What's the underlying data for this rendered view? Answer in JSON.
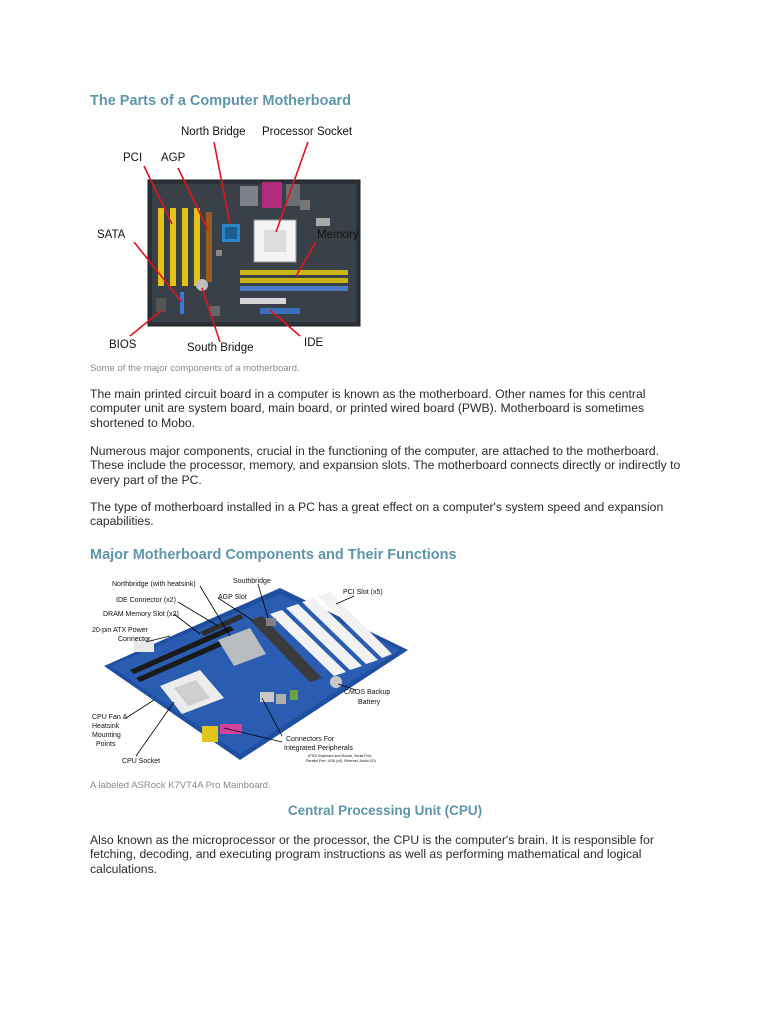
{
  "section1": {
    "title": "The Parts of a Computer Motherboard",
    "figure_labels": {
      "north_bridge": "North Bridge",
      "processor_socket": "Processor Socket",
      "pci": "PCI",
      "agp": "AGP",
      "sata": "SATA",
      "memory": "Memory",
      "bios": "BIOS",
      "south_bridge": "South Bridge",
      "ide": "IDE"
    },
    "caption": "Some of the major components of a motherboard.",
    "paragraphs": [
      "The main printed circuit board in a computer is known as the motherboard. Other names for this central computer unit are system board, main board, or printed wired board (PWB). Motherboard is sometimes shortened to Mobo.",
      "Numerous major components, crucial in the functioning of the computer, are attached to the motherboard. These include the processor, memory, and expansion slots. The motherboard connects directly or indirectly to every part of the PC.",
      "The type of motherboard installed in a PC has a great effect on a computer's system speed and expansion capabilities."
    ]
  },
  "section2": {
    "title": "Major Motherboard Components and Their Functions",
    "figure_labels": {
      "northbridge": "Northbridge (with heatsink)",
      "southbridge": "Southbridge",
      "ide_connector": "IDE Connector (x2)",
      "agp_slot": "AGP Slot",
      "pci_slot": "PCI Slot (x5)",
      "dram_slot": "DRAM Memory Slot (x2)",
      "atx_power_1": "20-pin ATX Power",
      "atx_power_2": "Connector",
      "cmos_1": "CMOS Backup",
      "cmos_2": "Battery",
      "cpu_fan_1": "CPU Fan &",
      "cpu_fan_2": "Heatsink",
      "cpu_fan_3": "Mounting",
      "cpu_fan_4": "Points",
      "connectors_1": "Connectors For",
      "connectors_2": "Integrated Peripherals",
      "connectors_3": "(PS/2 Keyboard and Mouse, Serial Port,",
      "connectors_4": "Parallel Port, USB (x4), Ethernet, Audio I/O)",
      "cpu_socket": "CPU Socket"
    },
    "caption": "A labeled ASRock K7VT4A Pro Mainboard."
  },
  "section3": {
    "title": "Central Processing Unit (CPU)",
    "paragraph": "Also known as the microprocessor or the processor, the CPU is the computer's brain. It is responsible for fetching, decoding, and executing program instructions as well as performing mathematical and logical calculations."
  },
  "colors": {
    "heading": "#5e95ab",
    "body_text": "#2b2b2b",
    "caption": "#8a8a8a",
    "pointer_red": "#e0141e"
  }
}
